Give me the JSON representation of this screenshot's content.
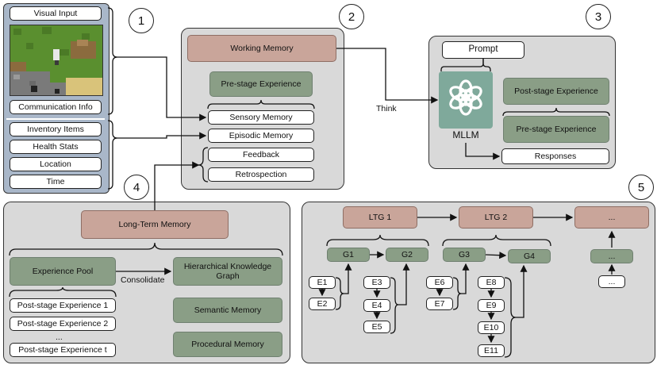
{
  "markers": [
    "1",
    "2",
    "3",
    "4",
    "5"
  ],
  "panel1": {
    "visual_input": "Visual Input",
    "communication_info": "Communication Info",
    "inventory_items": "Inventory Items",
    "health_stats": "Health Stats",
    "location": "Location",
    "time": "Time"
  },
  "panel2": {
    "working_memory": "Working Memory",
    "pre_stage_experience": "Pre-stage Experience",
    "sensory_memory": "Sensory Memory",
    "episodic_memory": "Episodic Memory",
    "feedback": "Feedback",
    "retrospection": "Retrospection"
  },
  "think_label": "Think",
  "panel3": {
    "prompt": "Prompt",
    "mllm": "MLLM",
    "post_stage_experience": "Post-stage Experience",
    "pre_stage_experience": "Pre-stage Experience",
    "responses": "Responses"
  },
  "panel4": {
    "long_term_memory": "Long-Term Memory",
    "experience_pool": "Experience Pool",
    "consolidate": "Consolidate",
    "hierarchical_knowledge_graph": "Hierarchical Knowledge Graph",
    "semantic_memory": "Semantic Memory",
    "procedural_memory": "Procedural Memory",
    "post_stage_1": "Post-stage Experience 1",
    "post_stage_2": "Post-stage Experience 2",
    "ellipsis": "...",
    "post_stage_t": "Post-stage Experience t"
  },
  "panel5": {
    "ltg1": "LTG 1",
    "ltg2": "LTG 2",
    "ltg_more": "...",
    "g1": "G1",
    "g2": "G2",
    "g3": "G3",
    "g4": "G4",
    "g_more": "...",
    "e1": "E1",
    "e2": "E2",
    "e3": "E3",
    "e4": "E4",
    "e5": "E5",
    "e6": "E6",
    "e7": "E7",
    "e8": "E8",
    "e9": "E9",
    "e10": "E10",
    "e11": "E11",
    "e_more": "..."
  },
  "colors": {
    "panel_bg": "#d9d9d9",
    "green_box": "#8a9e86",
    "brown_box": "#c9a59a",
    "panel1_bg": "#a9b7c9"
  }
}
